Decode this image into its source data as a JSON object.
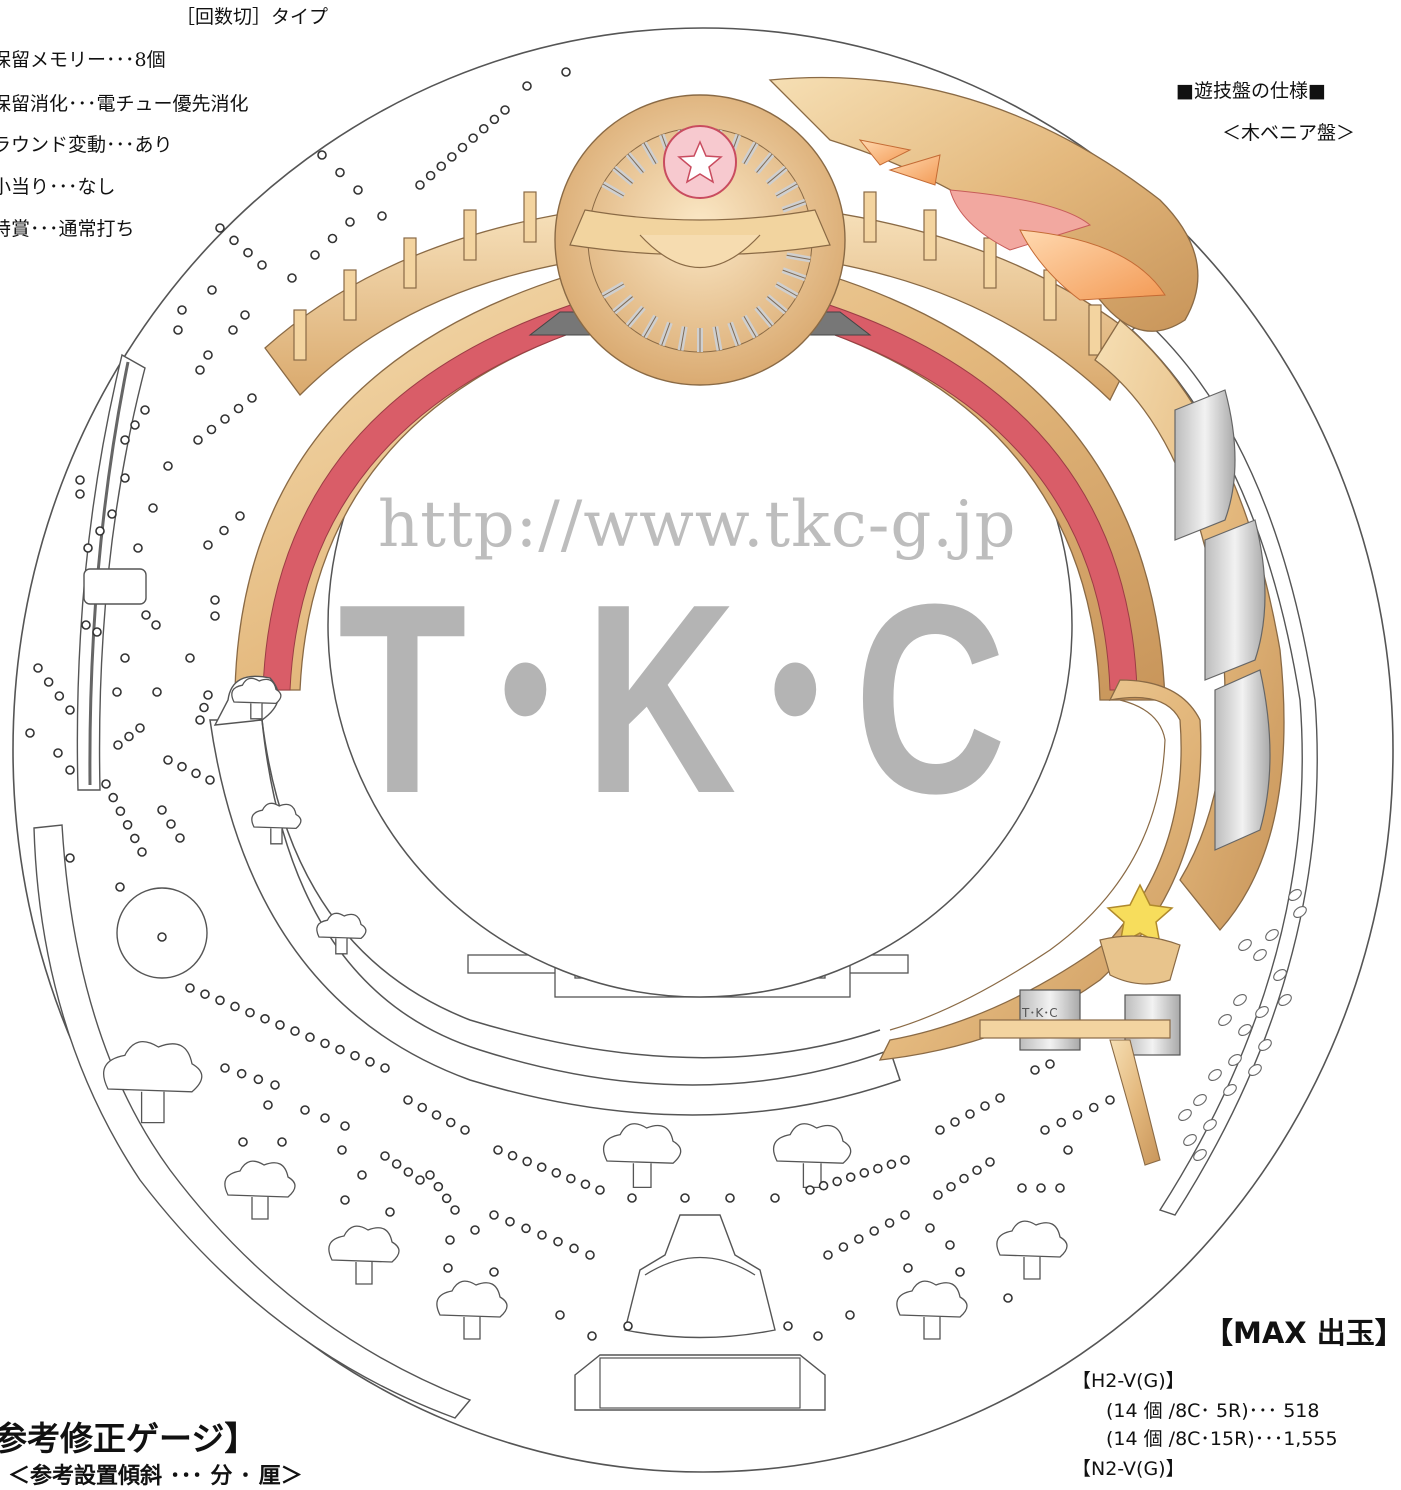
{
  "header": {
    "type_label": "［回数切］タイプ"
  },
  "specs": [
    "保留メモリー･･･8個",
    "保留消化･･･電チュー優先消化",
    "ラウンド変動･･･あり",
    "小当り･･･なし",
    "特賞･･･通常打ち"
  ],
  "board_spec": {
    "title": "■遊技盤の仕様■",
    "subtitle": "＜木ベニア盤＞"
  },
  "watermark": {
    "url": "http://www.tkc-g.jp",
    "logo": "T･K･C",
    "small_logo": "T･K･C"
  },
  "max_output": {
    "title": "【MAX 出玉】",
    "h2_label": "【H2-V(G)】",
    "h2_line1": "(14 個 /8C･ 5R)･･･ 518",
    "h2_line2": "(14 個 /8C･15R)･･･1,555",
    "n2_label": "【N2-V(G)】"
  },
  "gauge": {
    "title": "参考修正ゲージ】",
    "subtitle": "＜参考設置傾斜 ･･･ 分 ･ 厘＞"
  },
  "colors": {
    "gold": "#e2b77a",
    "gold_light": "#f5dcb0",
    "red": "#d95d68",
    "outline": "#555555",
    "watermark": "#b4b4b4"
  }
}
